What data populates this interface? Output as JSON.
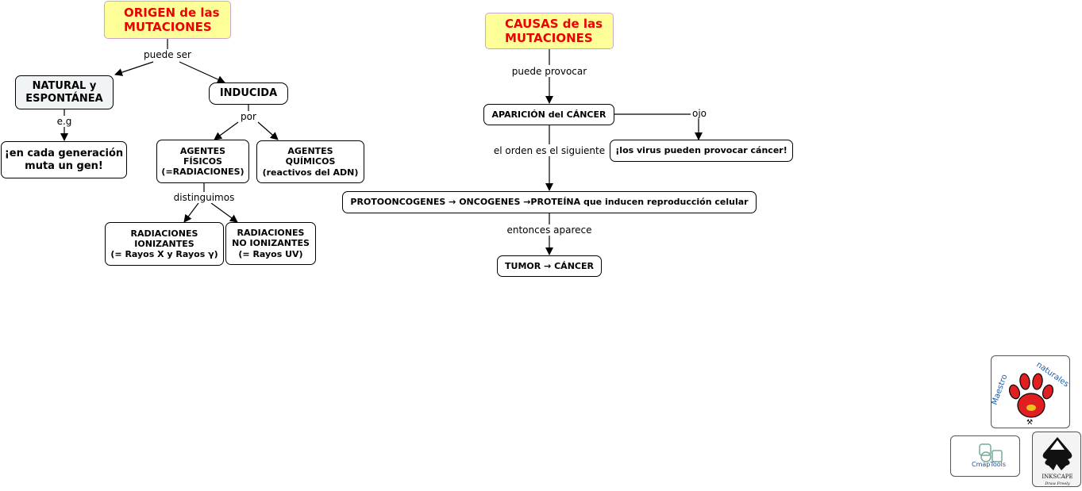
{
  "origen": {
    "title": "ORIGEN de las\nMUTACIONES",
    "link_puede_ser": "puede ser",
    "natural": "NATURAL y\nESPONTÁNEA",
    "inducida": "INDUCIDA",
    "link_eg": "e.g",
    "gen": "¡en cada generación\nmuta un gen!",
    "link_por": "por",
    "fisicos": "AGENTES\nFÍSICOS\n(=RADIACIONES)",
    "quimicos": "AGENTES\nQUÍMICOS\n(reactivos del ADN)",
    "link_distinguimos": "distinguimos",
    "ionizantes": "RADIACIONES\nIONIZANTES\n(= Rayos X y Rayos γ)",
    "no_ionizantes": "RADIACIONES\nNO IONIZANTES\n(= Rayos UV)"
  },
  "causas": {
    "title": "CAUSAS de las\nMUTACIONES",
    "link_puede_provocar": "puede provocar",
    "cancer": "APARICIÓN del CÁNCER",
    "link_ojo": "ojo",
    "virus": "¡los virus pueden provocar cáncer!",
    "link_orden": "el orden es el siguiente",
    "proto": "PROTOONCOGENES → ONCOGENES →PROTEÍNA que inducen reproducción celular",
    "link_entonces": "entonces aparece",
    "tumor": "TUMOR → CÁNCER"
  },
  "logos": {
    "maestro": "Maestro de naturales",
    "cmaptools": "CmapTools",
    "inkscape": "INKSCAPE",
    "inkscape_tag": "Draw Freely"
  },
  "colors": {
    "title_bg": "#ffff99",
    "title_text": "#ee0000",
    "paw": "#e02020"
  }
}
